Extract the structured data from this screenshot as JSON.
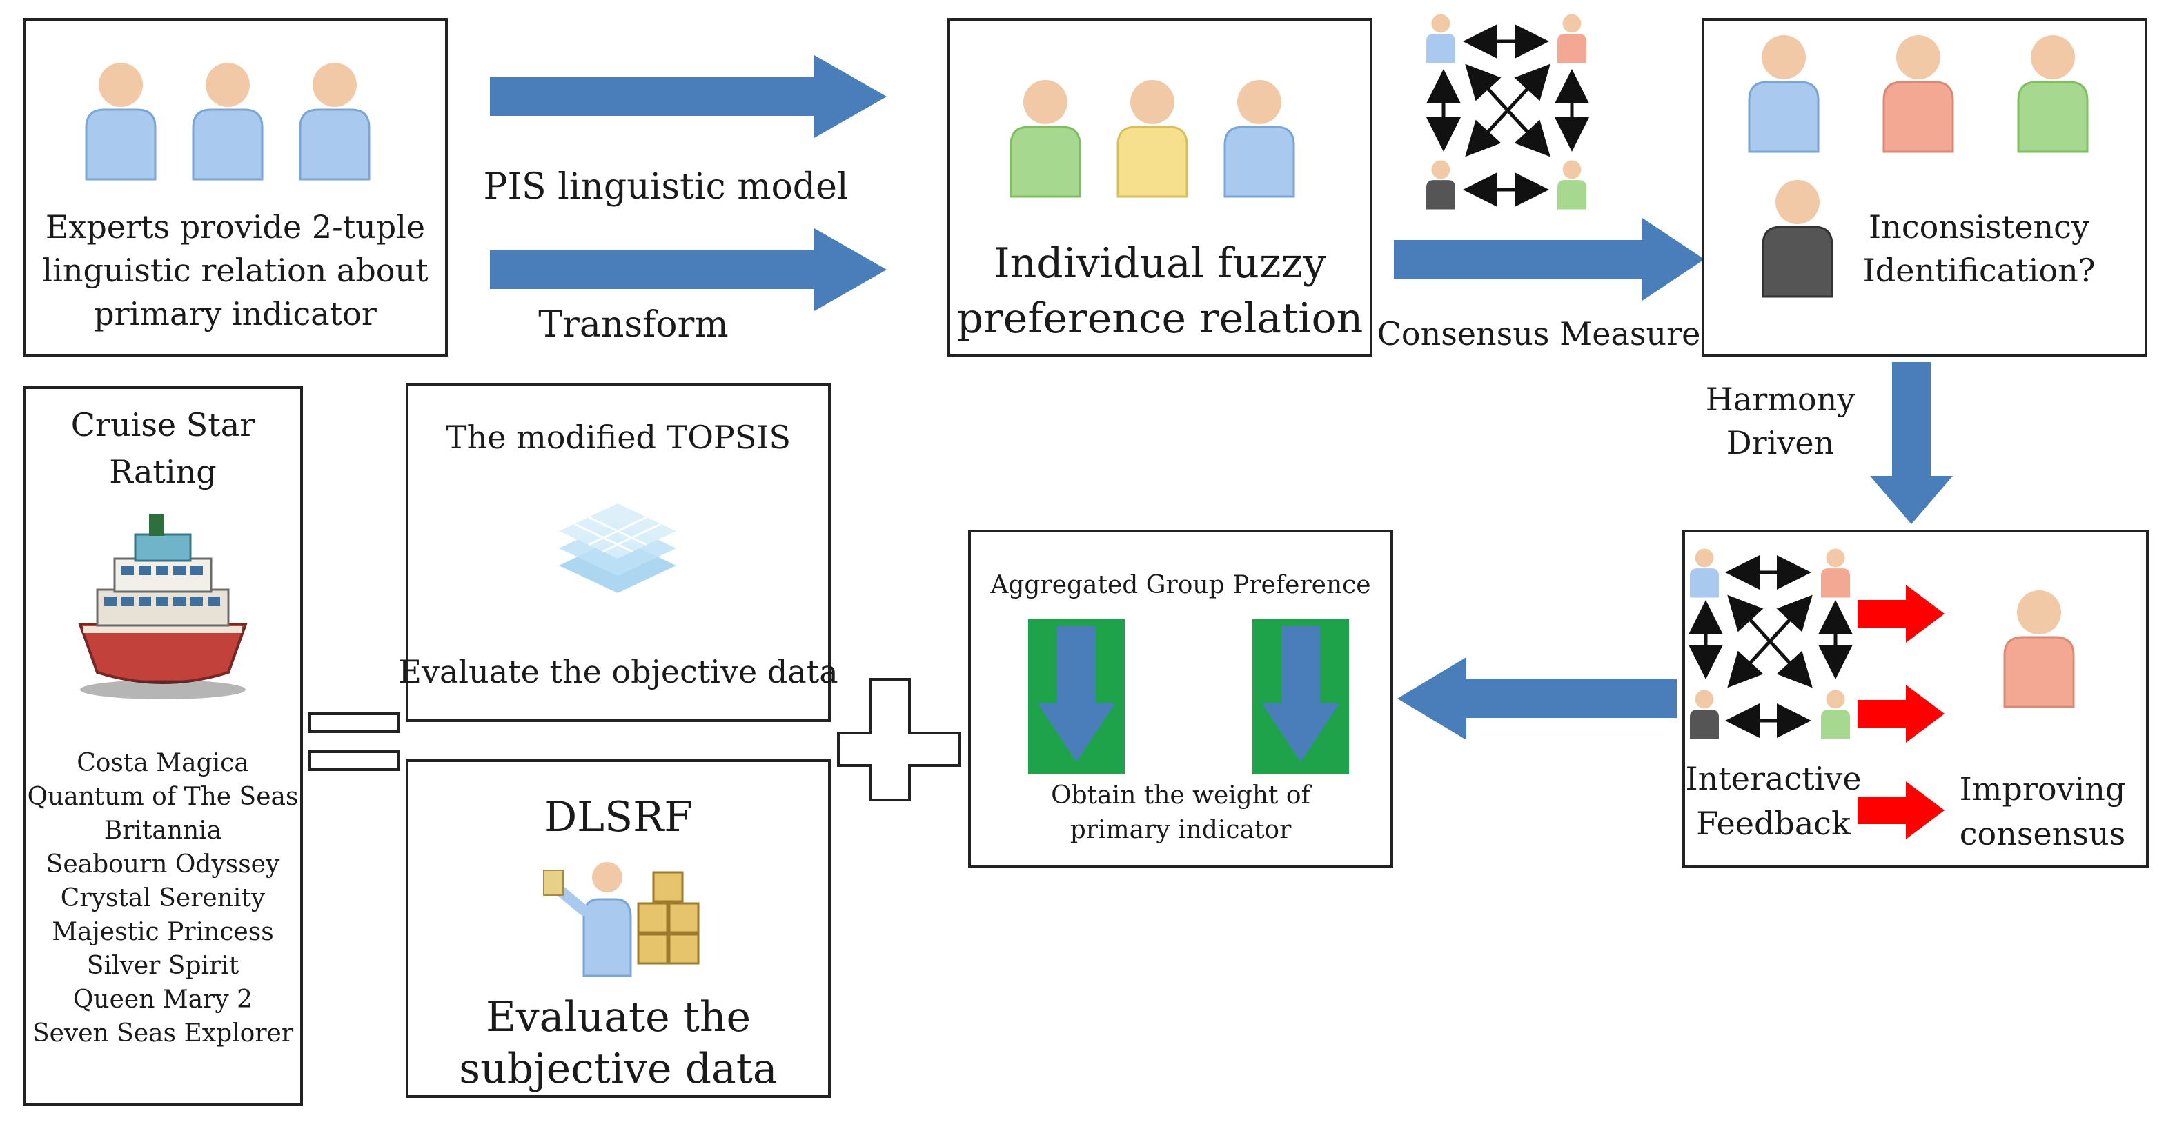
{
  "experts_box": {
    "caption_lines": [
      "Experts provide 2-tuple",
      "linguistic relation about",
      "primary indicator"
    ]
  },
  "arrow_labels": {
    "pis_model": "PIS linguistic model",
    "transform": "Transform",
    "consensus_measure": "Consensus Measure",
    "harmony_driven_lines": [
      "Harmony",
      "Driven"
    ]
  },
  "individual_box": {
    "caption_lines": [
      "Individual fuzzy",
      "preference relation"
    ]
  },
  "inconsistency_box": {
    "caption_lines": [
      "Inconsistency",
      "Identification?"
    ]
  },
  "cruise_box": {
    "title_lines": [
      "Cruise Star",
      "Rating"
    ],
    "ships": [
      "Costa Magica",
      "Quantum of The Seas",
      "Britannia",
      "Seabourn Odyssey",
      "Crystal Serenity",
      "Majestic Princess",
      "Silver Spirit",
      "Queen Mary 2",
      "Seven Seas Explorer"
    ]
  },
  "topsis_box": {
    "title": "The modified TOPSIS",
    "caption": "Evaluate the objective data"
  },
  "dlsrf_box": {
    "title": "DLSRF",
    "caption_lines": [
      "Evaluate the",
      "subjective data"
    ]
  },
  "aggregated_box": {
    "title": "Aggregated Group Preference",
    "caption_lines": [
      "Obtain the weight of",
      "primary indicator"
    ]
  },
  "feedback_box": {
    "left_lines": [
      "Interactive",
      "Feedback"
    ],
    "right_lines": [
      "Improving",
      "consensus"
    ]
  },
  "colors": {
    "flow_arrow": "#4a7ebb",
    "feedback_arrow": "#ff0000",
    "aggregate_green": "#1ea34a",
    "expert_blue": "#a9c9ee",
    "expert_red": "#f3a894",
    "expert_green": "#a6d890",
    "expert_yellow": "#f6e08e",
    "expert_gray": "#555555",
    "head": "#f2c9a7"
  }
}
